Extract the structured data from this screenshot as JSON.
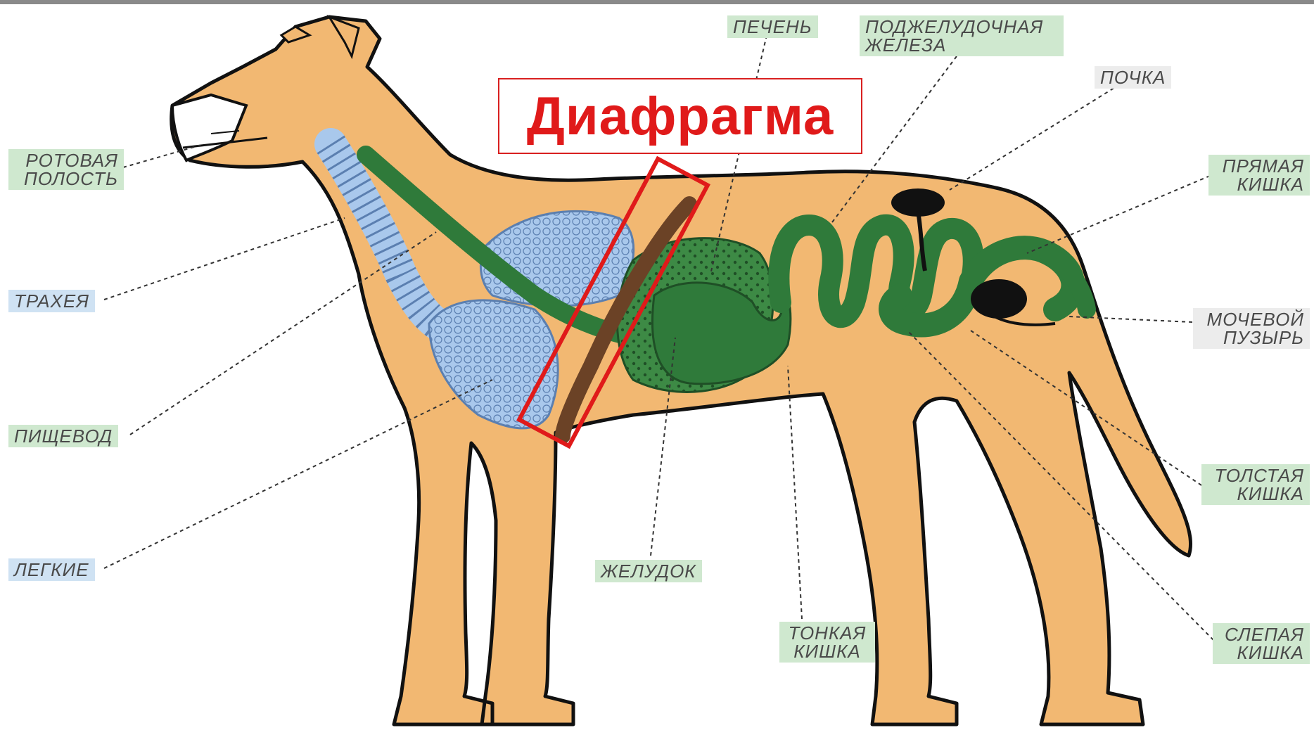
{
  "diagram": {
    "highlight_title": "Диафрагма",
    "labels": {
      "oral_cavity": [
        "РОТОВАЯ",
        "ПОЛОСТЬ"
      ],
      "trachea": [
        "ТРАХЕЯ"
      ],
      "esophagus": [
        "ПИЩЕВОД"
      ],
      "lungs": [
        "ЛЕГКИЕ"
      ],
      "liver": [
        "ПЕЧЕНЬ"
      ],
      "pancreas": [
        "ПОДЖЕЛУДОЧНАЯ",
        "ЖЕЛЕЗА"
      ],
      "kidney": [
        "ПОЧКА"
      ],
      "rectum": [
        "ПРЯМАЯ",
        "КИШКА"
      ],
      "bladder": [
        "МОЧЕВОЙ",
        "ПУЗЫРЬ"
      ],
      "large_intestine": [
        "ТОЛСТАЯ",
        "КИШКА"
      ],
      "cecum": [
        "СЛЕПАЯ",
        "КИШКА"
      ],
      "stomach": [
        "ЖЕЛУДОК"
      ],
      "small_intestine": [
        "ТОНКАЯ",
        "КИШКА"
      ]
    },
    "colors": {
      "body": "#f2b872",
      "outline": "#111111",
      "digestive": "#2f7a3a",
      "lungs": "#a9c8ec",
      "diaphragm": "#6b4226",
      "highlight": "#e01a1a",
      "label_green": "#cfe8cf",
      "label_blue": "#cfe2f3"
    }
  }
}
